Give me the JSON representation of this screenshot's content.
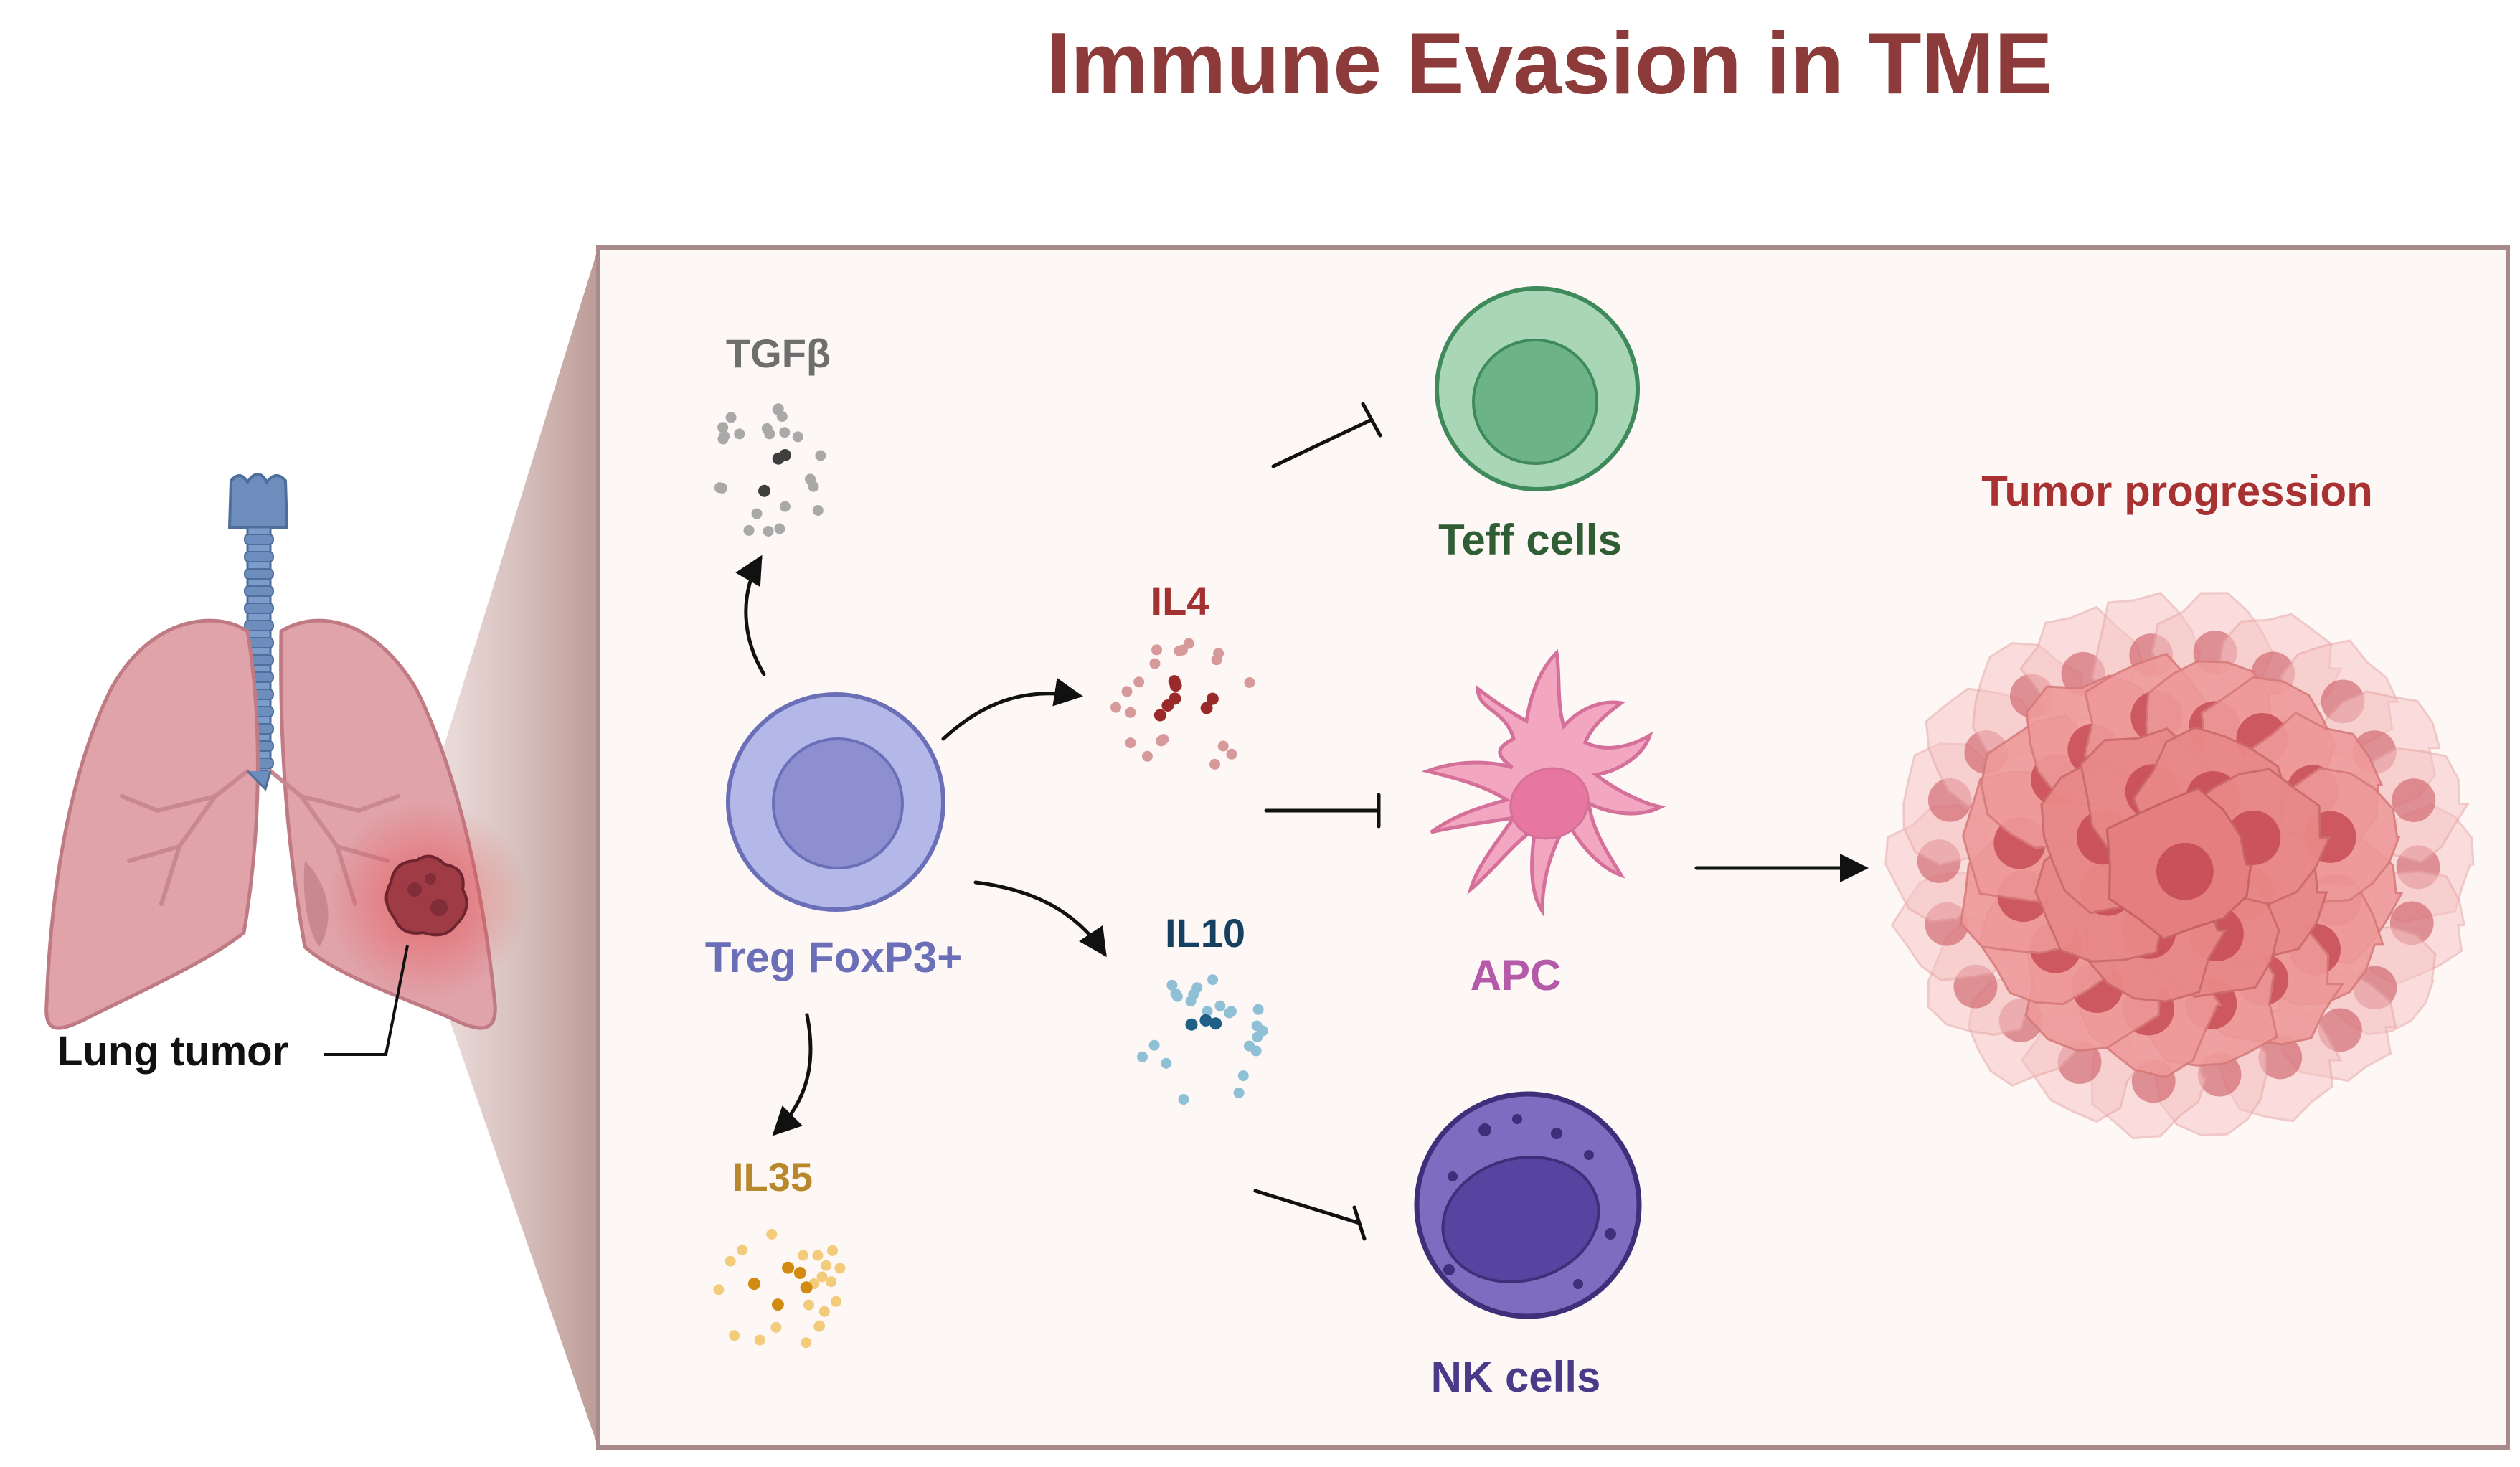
{
  "title": "Immune Evasion in TME",
  "organ": {
    "tumor_label": "Lung tumor"
  },
  "cytokines": {
    "tgfb": "TGFβ",
    "il4": "IL4",
    "il10": "IL10",
    "il35": "IL35"
  },
  "cells": {
    "treg": "Treg FoxP3+",
    "teff": "Teff cells",
    "apc": "APC",
    "nk": "NK cells"
  },
  "outcome": {
    "label": "Tumor progression"
  },
  "colors": {
    "title": "#8c3a3a",
    "panel_border": "#a88a8a",
    "panel_fill": "#fdf7f6",
    "treg": "#6a6fb8",
    "teff": "#2f5e35",
    "apc": "#b55aa8",
    "nk": "#4a3b8a",
    "tgfb": "#6e6e6e",
    "il4": "#a23232",
    "il10": "#173f5f",
    "il35": "#b8882c",
    "tumor": "#a83232"
  }
}
